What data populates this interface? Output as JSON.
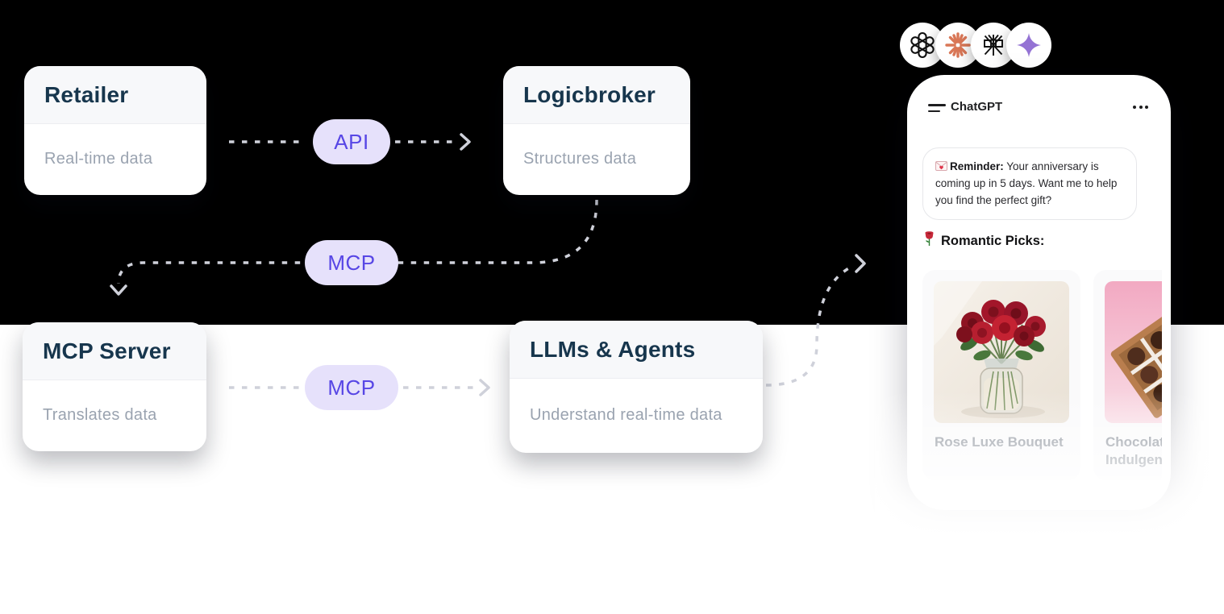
{
  "page": {
    "background_top": "#000000",
    "background_bottom": "#ffffff"
  },
  "diagram": {
    "nodes": [
      {
        "id": "retailer",
        "title": "Retailer",
        "subtitle": "Real-time data"
      },
      {
        "id": "logicbroker",
        "title": "Logicbroker",
        "subtitle": "Structures data"
      },
      {
        "id": "mcp-server",
        "title": "MCP Server",
        "subtitle": "Translates data"
      },
      {
        "id": "llms-agents",
        "title": "LLMs & Agents",
        "subtitle": "Understand real-time data"
      }
    ],
    "connectors": [
      {
        "label": "API",
        "from": "Retailer",
        "to": "Logicbroker",
        "style": "dashed-arrow"
      },
      {
        "label": "MCP",
        "from": "Logicbroker",
        "to": "MCP Server",
        "style": "dashed-arrow"
      },
      {
        "label": "MCP",
        "from": "MCP Server",
        "to": "LLMs & Agents",
        "style": "dashed-arrow"
      },
      {
        "label": "",
        "from": "LLMs & Agents",
        "to": "ChatGPT phone",
        "style": "dashed-arrow"
      }
    ],
    "colors": {
      "pill_bg": "#e6e1fb",
      "pill_text": "#5746e5",
      "node_title": "#17364d",
      "node_subtitle": "#9aa3b0",
      "dash": "#cfd1da"
    }
  },
  "ai_logos": [
    {
      "name": "OpenAI"
    },
    {
      "name": "Claude"
    },
    {
      "name": "Perplexity"
    },
    {
      "name": "Gemini"
    }
  ],
  "phone": {
    "header": {
      "title": "ChatGPT"
    },
    "reminder": {
      "emoji": "💌",
      "label": "Reminder:",
      "text": " Your anniversary is coming up in 5 days. Want me to help you find the perfect gift?"
    },
    "section": {
      "emoji": "🌹",
      "title": "Romantic Picks:"
    },
    "products": [
      {
        "name": "Rose Luxe Bouquet"
      },
      {
        "name": "Chocolate Indulgence"
      }
    ]
  }
}
